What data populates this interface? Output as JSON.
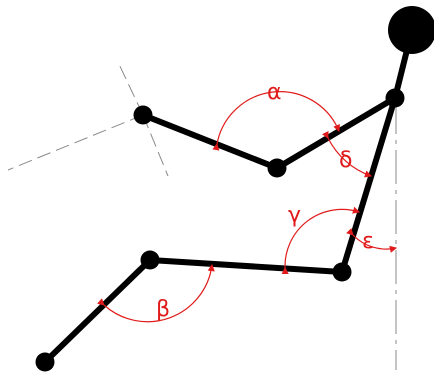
{
  "diagram": {
    "angles": {
      "alpha": "α",
      "beta": "β",
      "gamma": "γ",
      "delta": "δ",
      "epsilon": "ε"
    }
  },
  "colors": {
    "segment": "#000000",
    "angle_arc": "#e11b1b",
    "guide_line": "#8a8a8a"
  }
}
